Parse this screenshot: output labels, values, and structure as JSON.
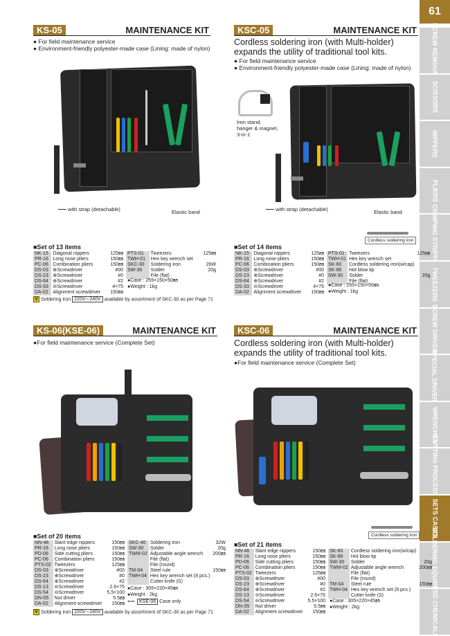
{
  "page": {
    "number": "61"
  },
  "side_tabs": [
    "SCREW REMOVAL",
    "SCISSORS",
    "NIPPERS",
    "PLIERS",
    "CRIMPING STRIPPING",
    "TWEEZERS",
    "SCREW DRIVERS",
    "SPECIAL DRIVERS",
    "WRENCHES",
    "CUTTING PROCESSING",
    "SETS CASES",
    "SOLDERING EQUIPMENT",
    "ESD CHEMICALS"
  ],
  "common": {
    "kit_label": "MAINTENANCE KIT",
    "set_of": "Set of"
  },
  "ks05": {
    "code": "KS-05",
    "bullets": [
      "For field maintenance service",
      "Environment-friendly polyester-made case (Lining: made of nylon)"
    ],
    "captions": {
      "strap": "with strap (detachable)",
      "band": "Elastic band"
    },
    "set_title": "■Set of 13 items",
    "left_rows": [
      [
        "NK-15",
        "Diagonal nippers",
        "125㎜"
      ],
      [
        "PR-16",
        "Long nose pliers",
        "150㎜"
      ],
      [
        "PC-06",
        "Combination pliers",
        "150㎜"
      ],
      [
        "DS-03",
        "⊕Screwdriver",
        "#00"
      ],
      [
        "DS-23",
        "⊕Screwdriver",
        "#0"
      ],
      [
        "DS-64",
        "⊕Screwdriver",
        "#2"
      ],
      [
        "DS-33",
        "⊖Screwdriver",
        "4×75"
      ],
      [
        "DA-02",
        "Alignment screwdriver",
        "150㎜"
      ]
    ],
    "right_rows": [
      [
        "PTS-01",
        "Tweezers",
        "125㎜"
      ],
      [
        "TWH-01",
        "Hex key wrench set",
        ""
      ],
      [
        "SKC-30",
        "Soldering iron",
        "26W"
      ],
      [
        "SW-30",
        "Solder",
        "20g"
      ],
      [
        "",
        "File (flat)",
        ""
      ]
    ],
    "features": [
      "●Case : 255×150×50㎜",
      "●Weight : 1kg"
    ],
    "voltage_note": {
      "badge": "V",
      "pre": "Soldering iron",
      "range": "220V∼240V",
      "post": "available by assortment of SKC-30 as per Page 71"
    }
  },
  "ksc05": {
    "code": "KSC-05",
    "headline": [
      "Cordless soldering iron (with Multi-holder)",
      "expands the utility of traditional tool kits."
    ],
    "bullets": [
      "For field maintenance service",
      "Environment-friendly polyester-made case (Lining: made of nylon)"
    ],
    "captions": {
      "stand": [
        "Iron stand,",
        "hanger & magnet,",
        "3-in-1"
      ],
      "strap": "with strap (detachable)",
      "band": "Elastic band",
      "iron": "Cordless soldering iron"
    },
    "set_title": "■Set of 14 items",
    "left_rows": [
      [
        "NK-15",
        "Diagonal nippers",
        "125㎜"
      ],
      [
        "PR-16",
        "Long nose pliers",
        "150㎜"
      ],
      [
        "PC-06",
        "Combination pliers",
        "150㎜"
      ],
      [
        "DS-03",
        "⊕Screwdriver",
        "#00"
      ],
      [
        "DS-23",
        "⊕Screwdriver",
        "#0"
      ],
      [
        "DS-64",
        "⊕Screwdriver",
        "#2"
      ],
      [
        "DS-33",
        "⊖Screwdriver",
        "4×75"
      ],
      [
        "DA-02",
        "Alignment screwdriver",
        "150㎜"
      ]
    ],
    "right_rows": [
      [
        "PTS-01",
        "Tweezers",
        "125㎜"
      ],
      [
        "TWH-01",
        "Hex key wrench set",
        ""
      ],
      [
        "SK-60",
        "Cordless soldering iron(w/cap)",
        ""
      ],
      [
        "SK-66",
        "Hot blow tip",
        ""
      ],
      [
        "SW-30",
        "Solder",
        "20g"
      ],
      [
        "",
        "File (flat)",
        ""
      ]
    ],
    "features": [
      "●Case : 255×150×50㎜",
      "●Weight : 1kg"
    ]
  },
  "ks06": {
    "code": "KS-06(KSE-06)",
    "bullets": [
      "●For field maintenance service (Complete Set)"
    ],
    "set_title": "■Set of 20 items",
    "left_rows": [
      [
        "NN-46",
        "Slant edge nippers",
        "150㎜"
      ],
      [
        "PR-16",
        "Long nose pliers",
        "150㎜"
      ],
      [
        "PD-06",
        "Side cutting pliers",
        "150㎜"
      ],
      [
        "PC-06",
        "Combination pliers",
        "150㎜"
      ],
      [
        "PTS-02",
        "Tweezers",
        "125㎜"
      ],
      [
        "DS-03",
        "⊕Screwdriver",
        "#00"
      ],
      [
        "DS-23",
        "⊕Screwdriver",
        "#0"
      ],
      [
        "DS-64",
        "⊕Screwdriver",
        "#2"
      ],
      [
        "DS-13",
        "⊖Screwdriver",
        "2.6×75"
      ],
      [
        "DS-54",
        "⊖Screwdriver",
        "5.5×100"
      ],
      [
        "DN-05",
        "Nut driver",
        "5.5㎜"
      ],
      [
        "DA-02",
        "Alignment screwdriver",
        "150㎜"
      ]
    ],
    "right_rows": [
      [
        "SKC-40",
        "Soldering iron",
        "32W"
      ],
      [
        "SW-30",
        "Solder",
        "20g"
      ],
      [
        "TWM-02",
        "Adjustable angle wrench",
        "200㎜"
      ],
      [
        "",
        "File (flat)",
        ""
      ],
      [
        "",
        "File (round)",
        ""
      ],
      [
        "TM-04",
        "Steel rule",
        "150㎜"
      ],
      [
        "TWH-04",
        "Hex key wrench set (8 pcs.)",
        ""
      ],
      [
        "",
        "Cutter knife (S)",
        ""
      ]
    ],
    "features": [
      "●Case : 305×220×45㎜",
      "●Weight : 2kg"
    ],
    "case_only": {
      "code": "KSE-06",
      "text": "Case only"
    },
    "voltage_note": {
      "badge": "V",
      "pre": "Soldering iron",
      "range": "220V∼240V",
      "post": "available by assortment of SKC-30 as per Page 71"
    }
  },
  "ksc06": {
    "code": "KSC-06",
    "headline": [
      "Cordless soldering iron (with Multi-holder)",
      "expands the utility of traditional tool kits."
    ],
    "bullets": [
      "●For field maintenance service (Complete Set)"
    ],
    "captions": {
      "iron": "Cordless soldering iron"
    },
    "set_title": "■Set of 21 items",
    "left_rows": [
      [
        "NN-46",
        "Slant edge nippers",
        "150㎜"
      ],
      [
        "PR-16",
        "Long nose pliers",
        "150㎜"
      ],
      [
        "PD-06",
        "Side cutting pliers",
        "150㎜"
      ],
      [
        "PC-06",
        "Combination pliers",
        "150㎜"
      ],
      [
        "PTS-02",
        "Tweezers",
        "125㎜"
      ],
      [
        "DS-03",
        "⊕Screwdriver",
        "#00"
      ],
      [
        "DS-23",
        "⊕Screwdriver",
        "#0"
      ],
      [
        "DS-64",
        "⊕Screwdriver",
        "#2"
      ],
      [
        "DS-13",
        "⊖Screwdriver",
        "2.6×75"
      ],
      [
        "DS-54",
        "⊖Screwdriver",
        "5.5×100"
      ],
      [
        "DN-05",
        "Nut driver",
        "5.5㎜"
      ],
      [
        "DA-02",
        "Alignment screwdriver",
        "150㎜"
      ]
    ],
    "right_rows": [
      [
        "SK-60",
        "Cordless soldering iron(w/cap)",
        ""
      ],
      [
        "SK-66",
        "Hot blow tip",
        ""
      ],
      [
        "SW-30",
        "Solder",
        "20g"
      ],
      [
        "TWM-02",
        "Adjustable angle wrench",
        "200㎜"
      ],
      [
        "",
        "File (flat)",
        ""
      ],
      [
        "",
        "File (round)",
        ""
      ],
      [
        "TM-04",
        "Steel rule",
        "150㎜"
      ],
      [
        "TWH-04",
        "Hex key wrench set (8 pcs.)",
        ""
      ],
      [
        "",
        "Cutter knife (S)",
        ""
      ]
    ],
    "features": [
      "●Case : 305×220×45㎜",
      "●Weight : 2kg"
    ]
  },
  "colors": {
    "accent": "#a07a2a",
    "tab": "#d0d0d0",
    "case": "#2b2b2b"
  }
}
